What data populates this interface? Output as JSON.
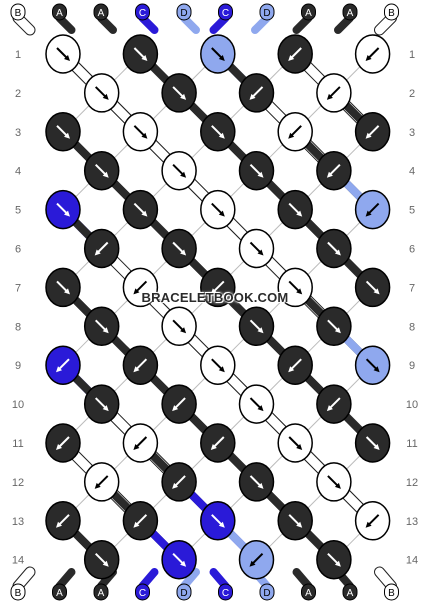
{
  "colors": {
    "A": "#2a2a2a",
    "B": "#ffffff",
    "C": "#2a1ad8",
    "D": "#8fa8ee"
  },
  "strings_top": [
    "B",
    "A",
    "A",
    "C",
    "D",
    "C",
    "D",
    "A",
    "A",
    "B"
  ],
  "strings_bottom": [
    "B",
    "A",
    "A",
    "C",
    "D",
    "C",
    "D",
    "A",
    "A",
    "B"
  ],
  "row_labels": [
    "1",
    "2",
    "3",
    "4",
    "5",
    "6",
    "7",
    "8",
    "9",
    "10",
    "11",
    "12",
    "13",
    "14"
  ],
  "knots": [
    [
      [
        "B",
        "SE"
      ],
      [
        "A",
        "SE"
      ],
      [
        "D",
        "SE"
      ],
      [
        "A",
        "SW"
      ],
      [
        "B",
        "SW"
      ]
    ],
    [
      [
        "B",
        "SE"
      ],
      [
        "A",
        "SE"
      ],
      [
        "A",
        "SW"
      ],
      [
        "B",
        "SW"
      ]
    ],
    [
      [
        "A",
        "SE"
      ],
      [
        "B",
        "SE"
      ],
      [
        "A",
        "SE"
      ],
      [
        "B",
        "SW"
      ],
      [
        "A",
        "SW"
      ]
    ],
    [
      [
        "A",
        "SE"
      ],
      [
        "B",
        "SE"
      ],
      [
        "A",
        "SE"
      ],
      [
        "A",
        "SW"
      ]
    ],
    [
      [
        "C",
        "SE"
      ],
      [
        "A",
        "SE"
      ],
      [
        "B",
        "SE"
      ],
      [
        "A",
        "SE"
      ],
      [
        "D",
        "SW"
      ]
    ],
    [
      [
        "A",
        "SW"
      ],
      [
        "A",
        "SE"
      ],
      [
        "B",
        "SE"
      ],
      [
        "A",
        "SE"
      ]
    ],
    [
      [
        "A",
        "SE"
      ],
      [
        "B",
        "SW"
      ],
      [
        "A",
        "SW"
      ],
      [
        "B",
        "SE"
      ],
      [
        "A",
        "SE"
      ]
    ],
    [
      [
        "A",
        "SE"
      ],
      [
        "B",
        "SE"
      ],
      [
        "A",
        "SE"
      ],
      [
        "A",
        "SE"
      ]
    ],
    [
      [
        "C",
        "SW"
      ],
      [
        "A",
        "SW"
      ],
      [
        "B",
        "SE"
      ],
      [
        "A",
        "SW"
      ],
      [
        "D",
        "SE"
      ]
    ],
    [
      [
        "A",
        "SE"
      ],
      [
        "A",
        "SW"
      ],
      [
        "B",
        "SE"
      ],
      [
        "A",
        "SW"
      ]
    ],
    [
      [
        "A",
        "SW"
      ],
      [
        "B",
        "SW"
      ],
      [
        "A",
        "SW"
      ],
      [
        "B",
        "SE"
      ],
      [
        "A",
        "SE"
      ]
    ],
    [
      [
        "B",
        "SW"
      ],
      [
        "A",
        "SW"
      ],
      [
        "A",
        "SE"
      ],
      [
        "B",
        "SE"
      ]
    ],
    [
      [
        "A",
        "SW"
      ],
      [
        "A",
        "SW"
      ],
      [
        "C",
        "SE"
      ],
      [
        "A",
        "SE"
      ],
      [
        "B",
        "SW"
      ]
    ],
    [
      [
        "A",
        "SE"
      ],
      [
        "C",
        "SE"
      ],
      [
        "D",
        "SW"
      ],
      [
        "A",
        "SE"
      ]
    ]
  ],
  "watermark": "BRACELETBOOK.COM"
}
